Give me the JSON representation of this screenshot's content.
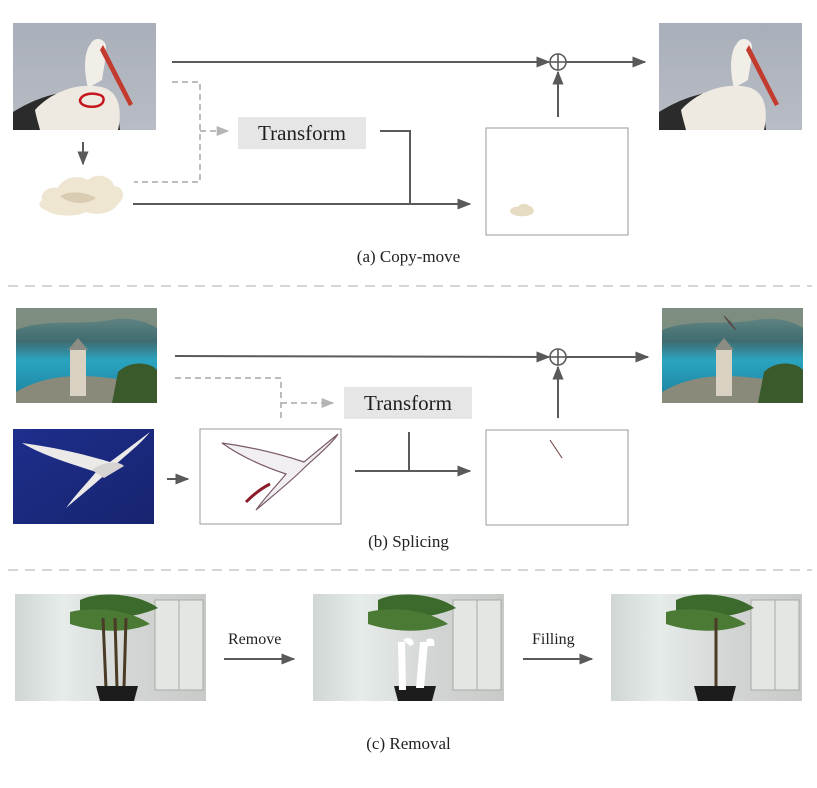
{
  "panels": {
    "copy_move": {
      "caption": "(a) Copy-move",
      "transform_label": "Transform"
    },
    "splicing": {
      "caption": "(b) Splicing",
      "transform_label": "Transform"
    },
    "removal": {
      "caption": "(c) Removal",
      "remove_label": "Remove",
      "filling_label": "Filling"
    }
  },
  "colors": {
    "arrow": "#5a5a5a",
    "dashed_arrow": "#b4b4b4",
    "separator": "#d6d6d6",
    "transform_box": "#e6e6e6",
    "frame": "#9a9a9a",
    "forgery_outline": "#c4161c",
    "stroke_mask": "#ffffff"
  },
  "icons": {
    "combine": "circle-plus-icon"
  }
}
